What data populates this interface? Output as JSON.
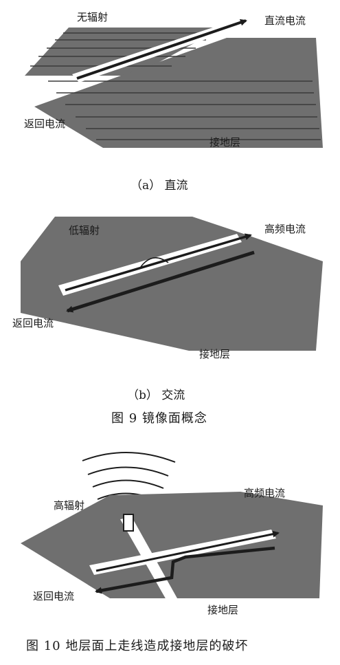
{
  "colors": {
    "plane": "#6f6f6f",
    "plane_dark": "#5e5e5e",
    "trace": "#1c1c1c",
    "slot": "#ffffff",
    "stripe": "#3a3a3a"
  },
  "panel_a": {
    "label_no_radiation": "无辐射",
    "label_dc_current": "直流电流",
    "label_return_current": "返回电流",
    "label_ground": "接地层",
    "caption": "（a）  直流"
  },
  "panel_b": {
    "label_low_radiation": "低辐射",
    "label_hf_current": "高频电流",
    "label_return_current": "返回电流",
    "label_ground": "接地层",
    "caption": "（b）  交流"
  },
  "figure9_caption": "图 9    镜像面概念",
  "panel_c": {
    "label_high_radiation": "高辐射",
    "label_hf_current": "高频电流",
    "label_return_current": "返回电流",
    "label_ground": "接地层"
  },
  "figure10_caption": "图 10    地层面上走线造成接地层的破坏"
}
